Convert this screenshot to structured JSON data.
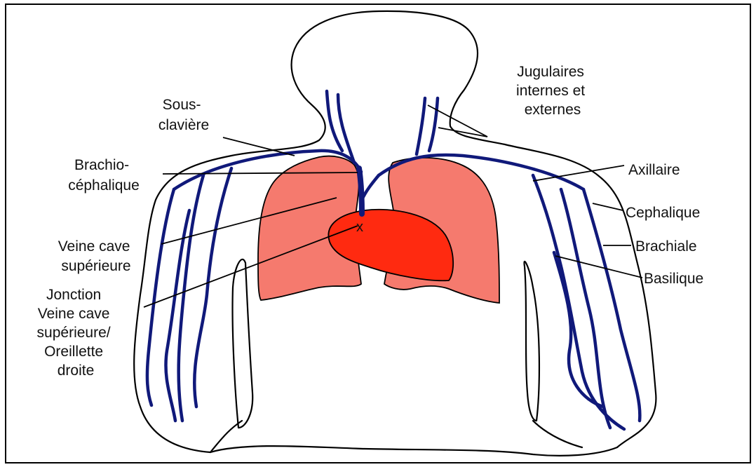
{
  "colors": {
    "vein": "#10197a",
    "lung": "#f57a6e",
    "heart": "#ff2a10",
    "outline": "#000000",
    "frame": "#000000",
    "background": "#ffffff"
  },
  "labels": {
    "jugulaires": [
      "Jugulaires",
      "internes et",
      "externes"
    ],
    "sous_claviere": [
      "Sous-",
      "clavière"
    ],
    "brachio": [
      "Brachio-",
      "céphalique"
    ],
    "axillaire": [
      "Axillaire"
    ],
    "cephalique": [
      "Cephalique"
    ],
    "veine_cave": [
      "Veine cave",
      "supérieure"
    ],
    "brachiale": [
      "Brachiale"
    ],
    "basilique": [
      "Basilique"
    ],
    "jonction": [
      "Jonction",
      "Veine cave",
      "supérieure/",
      "Oreillette",
      "droite"
    ]
  },
  "markers": {
    "junction": "x"
  }
}
